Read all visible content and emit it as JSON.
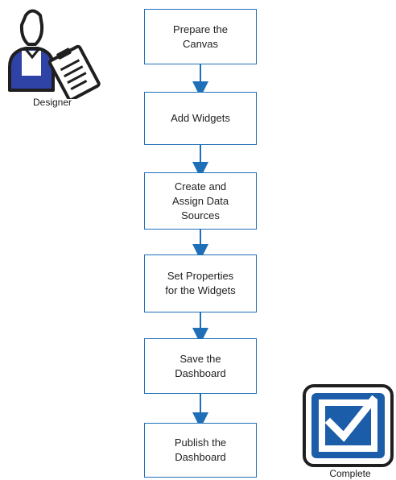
{
  "roles": {
    "designer": "Designer"
  },
  "steps": [
    {
      "label": "Prepare the\nCanvas"
    },
    {
      "label": "Add Widgets"
    },
    {
      "label": "Create and\nAssign Data\nSources"
    },
    {
      "label": "Set Properties\nfor the Widgets"
    },
    {
      "label": "Save the\nDashboard"
    },
    {
      "label": "Publish the\nDashboard"
    }
  ],
  "end": {
    "label": "Complete"
  },
  "colors": {
    "flow_border": "#1f6fb8",
    "arrow": "#1f6fb8",
    "designer_outline": "#1f1f1f",
    "designer_accent": "#2f43a7",
    "complete_bg": "#1c5da9",
    "complete_check": "#ffffff"
  },
  "icons": {
    "designer": "designer-person-icon",
    "complete": "checkbox-complete-icon"
  }
}
